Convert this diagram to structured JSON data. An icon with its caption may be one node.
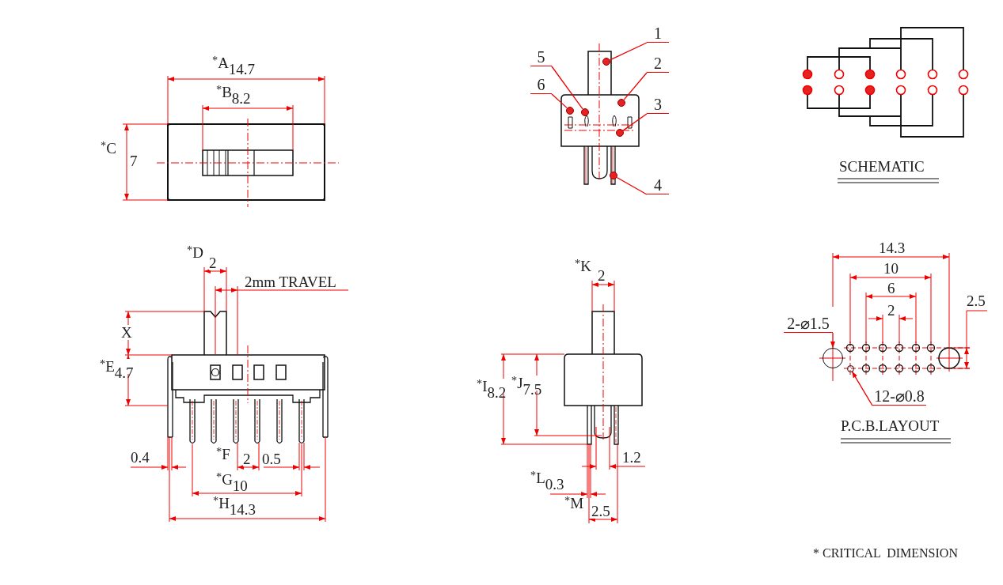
{
  "diagram": {
    "nodes": [
      {
        "text": [
          "1"
        ]
      },
      {
        "text": [
          "5"
        ]
      },
      {
        "text": [
          "2"
        ]
      },
      {
        "text": [
          "6"
        ]
      },
      {
        "text": [
          "3"
        ]
      },
      {
        "text": [
          "4"
        ]
      },
      {
        "text": [],
        "shape": "circle"
      },
      {
        "text": [],
        "shape": "circle"
      },
      {
        "text": [],
        "shape": "circle"
      },
      {
        "text": [],
        "shape": "circle"
      },
      {
        "text": [],
        "shape": "circle"
      },
      {
        "text": [],
        "shape": "circle"
      },
      {
        "text": [
          "2-⌀1.5"
        ]
      },
      {
        "text": [],
        "shape": "circle"
      },
      {
        "text": [
          "12-⌀0.8"
        ]
      },
      {
        "text": [],
        "shape": "circle"
      }
    ],
    "edges": [
      {
        "from": 0,
        "to": 8,
        "arrow": "none"
      },
      {
        "from": 1,
        "to": 7,
        "arrow": "none"
      },
      {
        "from": 2,
        "to": 11,
        "arrow": "none"
      },
      {
        "from": 3,
        "to": 6,
        "arrow": "none"
      },
      {
        "from": 4,
        "to": 10,
        "arrow": "none"
      },
      {
        "from": 5,
        "to": 9,
        "arrow": "none"
      },
      {
        "from": 12,
        "to": 13,
        "arrow": "to"
      },
      {
        "from": 14,
        "to": 15,
        "arrow": "to"
      }
    ],
    "labels": [
      "$^{*}$A$_{14.7}$",
      "$^{*}$B$_{8.2}$",
      "$^{*}$C",
      "7",
      "SCHEMATIC",
      "$^{*}$D",
      "2",
      "2mm TRAVEL",
      "14.3",
      "10",
      "6",
      "2.5",
      "2",
      "$^{*}$K",
      "2",
      "X",
      "$^{*}$E$_{4.7}$",
      "$^{*}$I$_{8.2}$",
      "$^{*}$J$_{7.5}$",
      "P.C.B.LAYOUT",
      "0.4",
      "$^{*}$F",
      "2",
      "0.5",
      "1.2",
      "$^{*}$G$_{10}$",
      "$^{*}$L$_{0.3}$",
      "$^{*}$H$_{14.3}$",
      "$^{*}$M",
      "2.5",
      "* CRITICAL  DIMENSION"
    ]
  }
}
